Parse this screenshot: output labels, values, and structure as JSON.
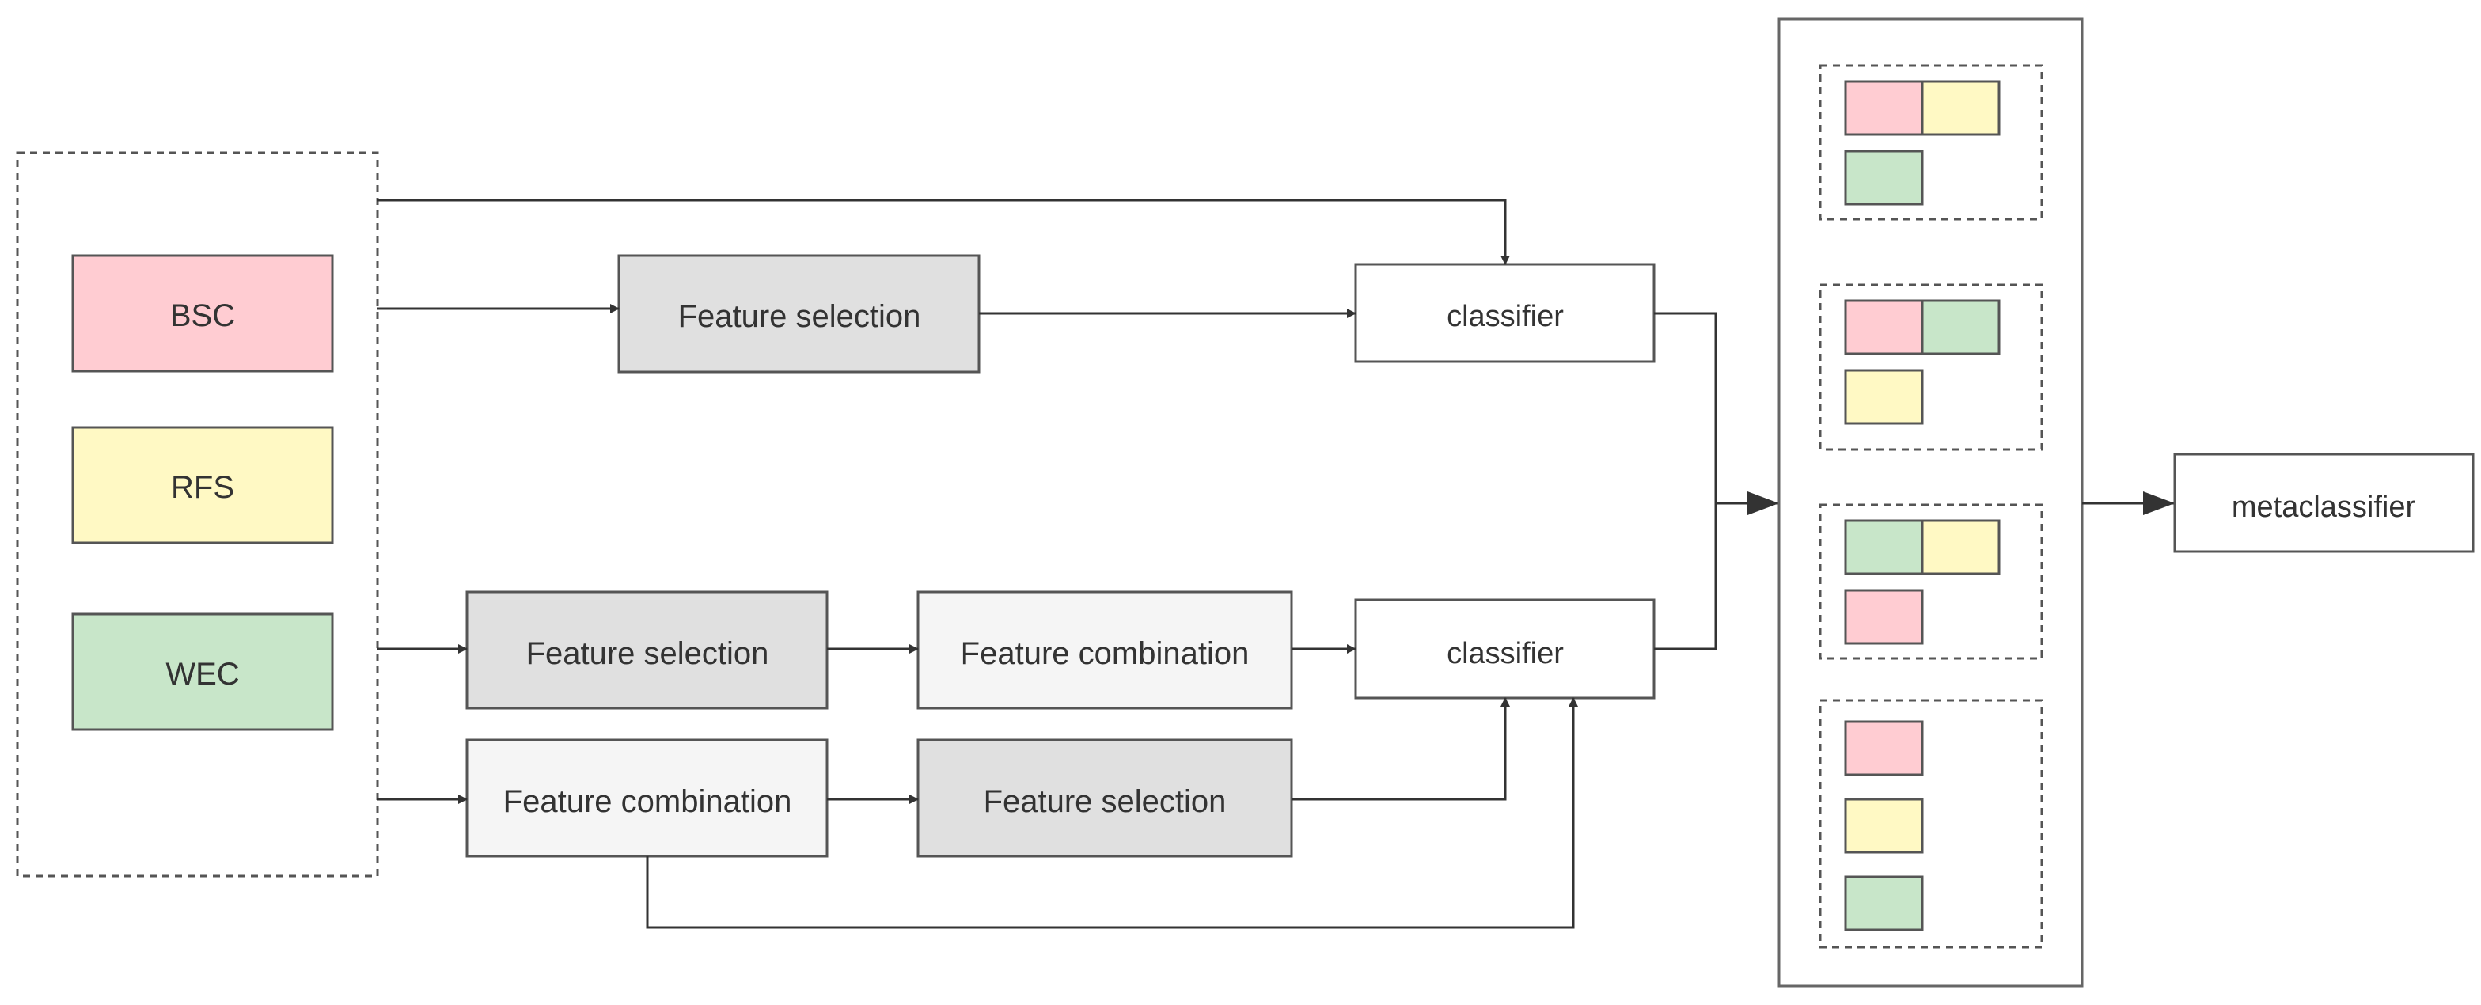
{
  "colors": {
    "bsc": "#ffccd2",
    "rfs": "#fff9c4",
    "wec": "#c8e6c9",
    "selection": "#e0e0e0",
    "combination": "#f5f5f5",
    "classifier": "#ffffff",
    "stroke": "#333333"
  },
  "inputs": {
    "bsc_label": "BSC",
    "rfs_label": "RFS",
    "wec_label": "WEC"
  },
  "pipelines": {
    "top": {
      "selection_label": "Feature selection",
      "classifier_label": "classifier"
    },
    "middle": {
      "selection_label": "Feature selection",
      "combination_label": "Feature combination",
      "classifier_label": "classifier"
    },
    "bottom": {
      "combination_label": "Feature combination",
      "selection_label": "Feature selection"
    }
  },
  "ensemble": {
    "groups": [
      {
        "chips": [
          "bsc",
          "rfs",
          "wec"
        ]
      },
      {
        "chips": [
          "bsc",
          "wec",
          "rfs"
        ]
      },
      {
        "chips": [
          "wec",
          "rfs",
          "bsc"
        ]
      },
      {
        "chips": [
          "bsc",
          "rfs",
          "wec"
        ]
      }
    ]
  },
  "output": {
    "metaclassifier_label": "metaclassifier"
  }
}
